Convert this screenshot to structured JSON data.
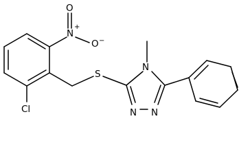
{
  "molecule": {
    "atoms": {
      "no2_n": "N",
      "no2_o_top": "O",
      "no2_o_right": "O",
      "cl": "Cl",
      "s": "S",
      "n4": "N",
      "n2": "N",
      "n1": "N"
    },
    "charges": {
      "no2_n": "+",
      "no2_o_right": "−"
    }
  }
}
